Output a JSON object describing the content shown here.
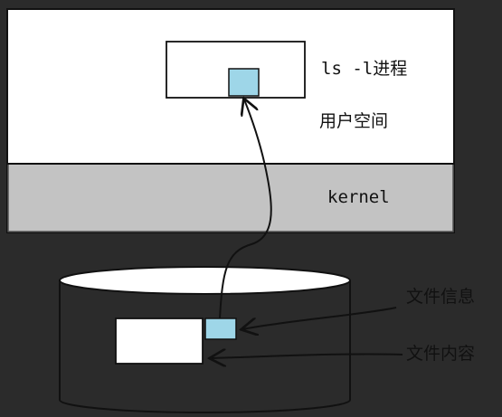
{
  "labels": {
    "process": "ls -l进程",
    "user_space": "用户空间",
    "kernel": "kernel",
    "file_info": "文件信息",
    "file_content": "文件内容"
  },
  "colors": {
    "background": "#2b2b2b",
    "panel": "#ffffff",
    "kernel_band": "#c3c3c3",
    "block": "#9ed6e8",
    "ink": "#111111"
  }
}
